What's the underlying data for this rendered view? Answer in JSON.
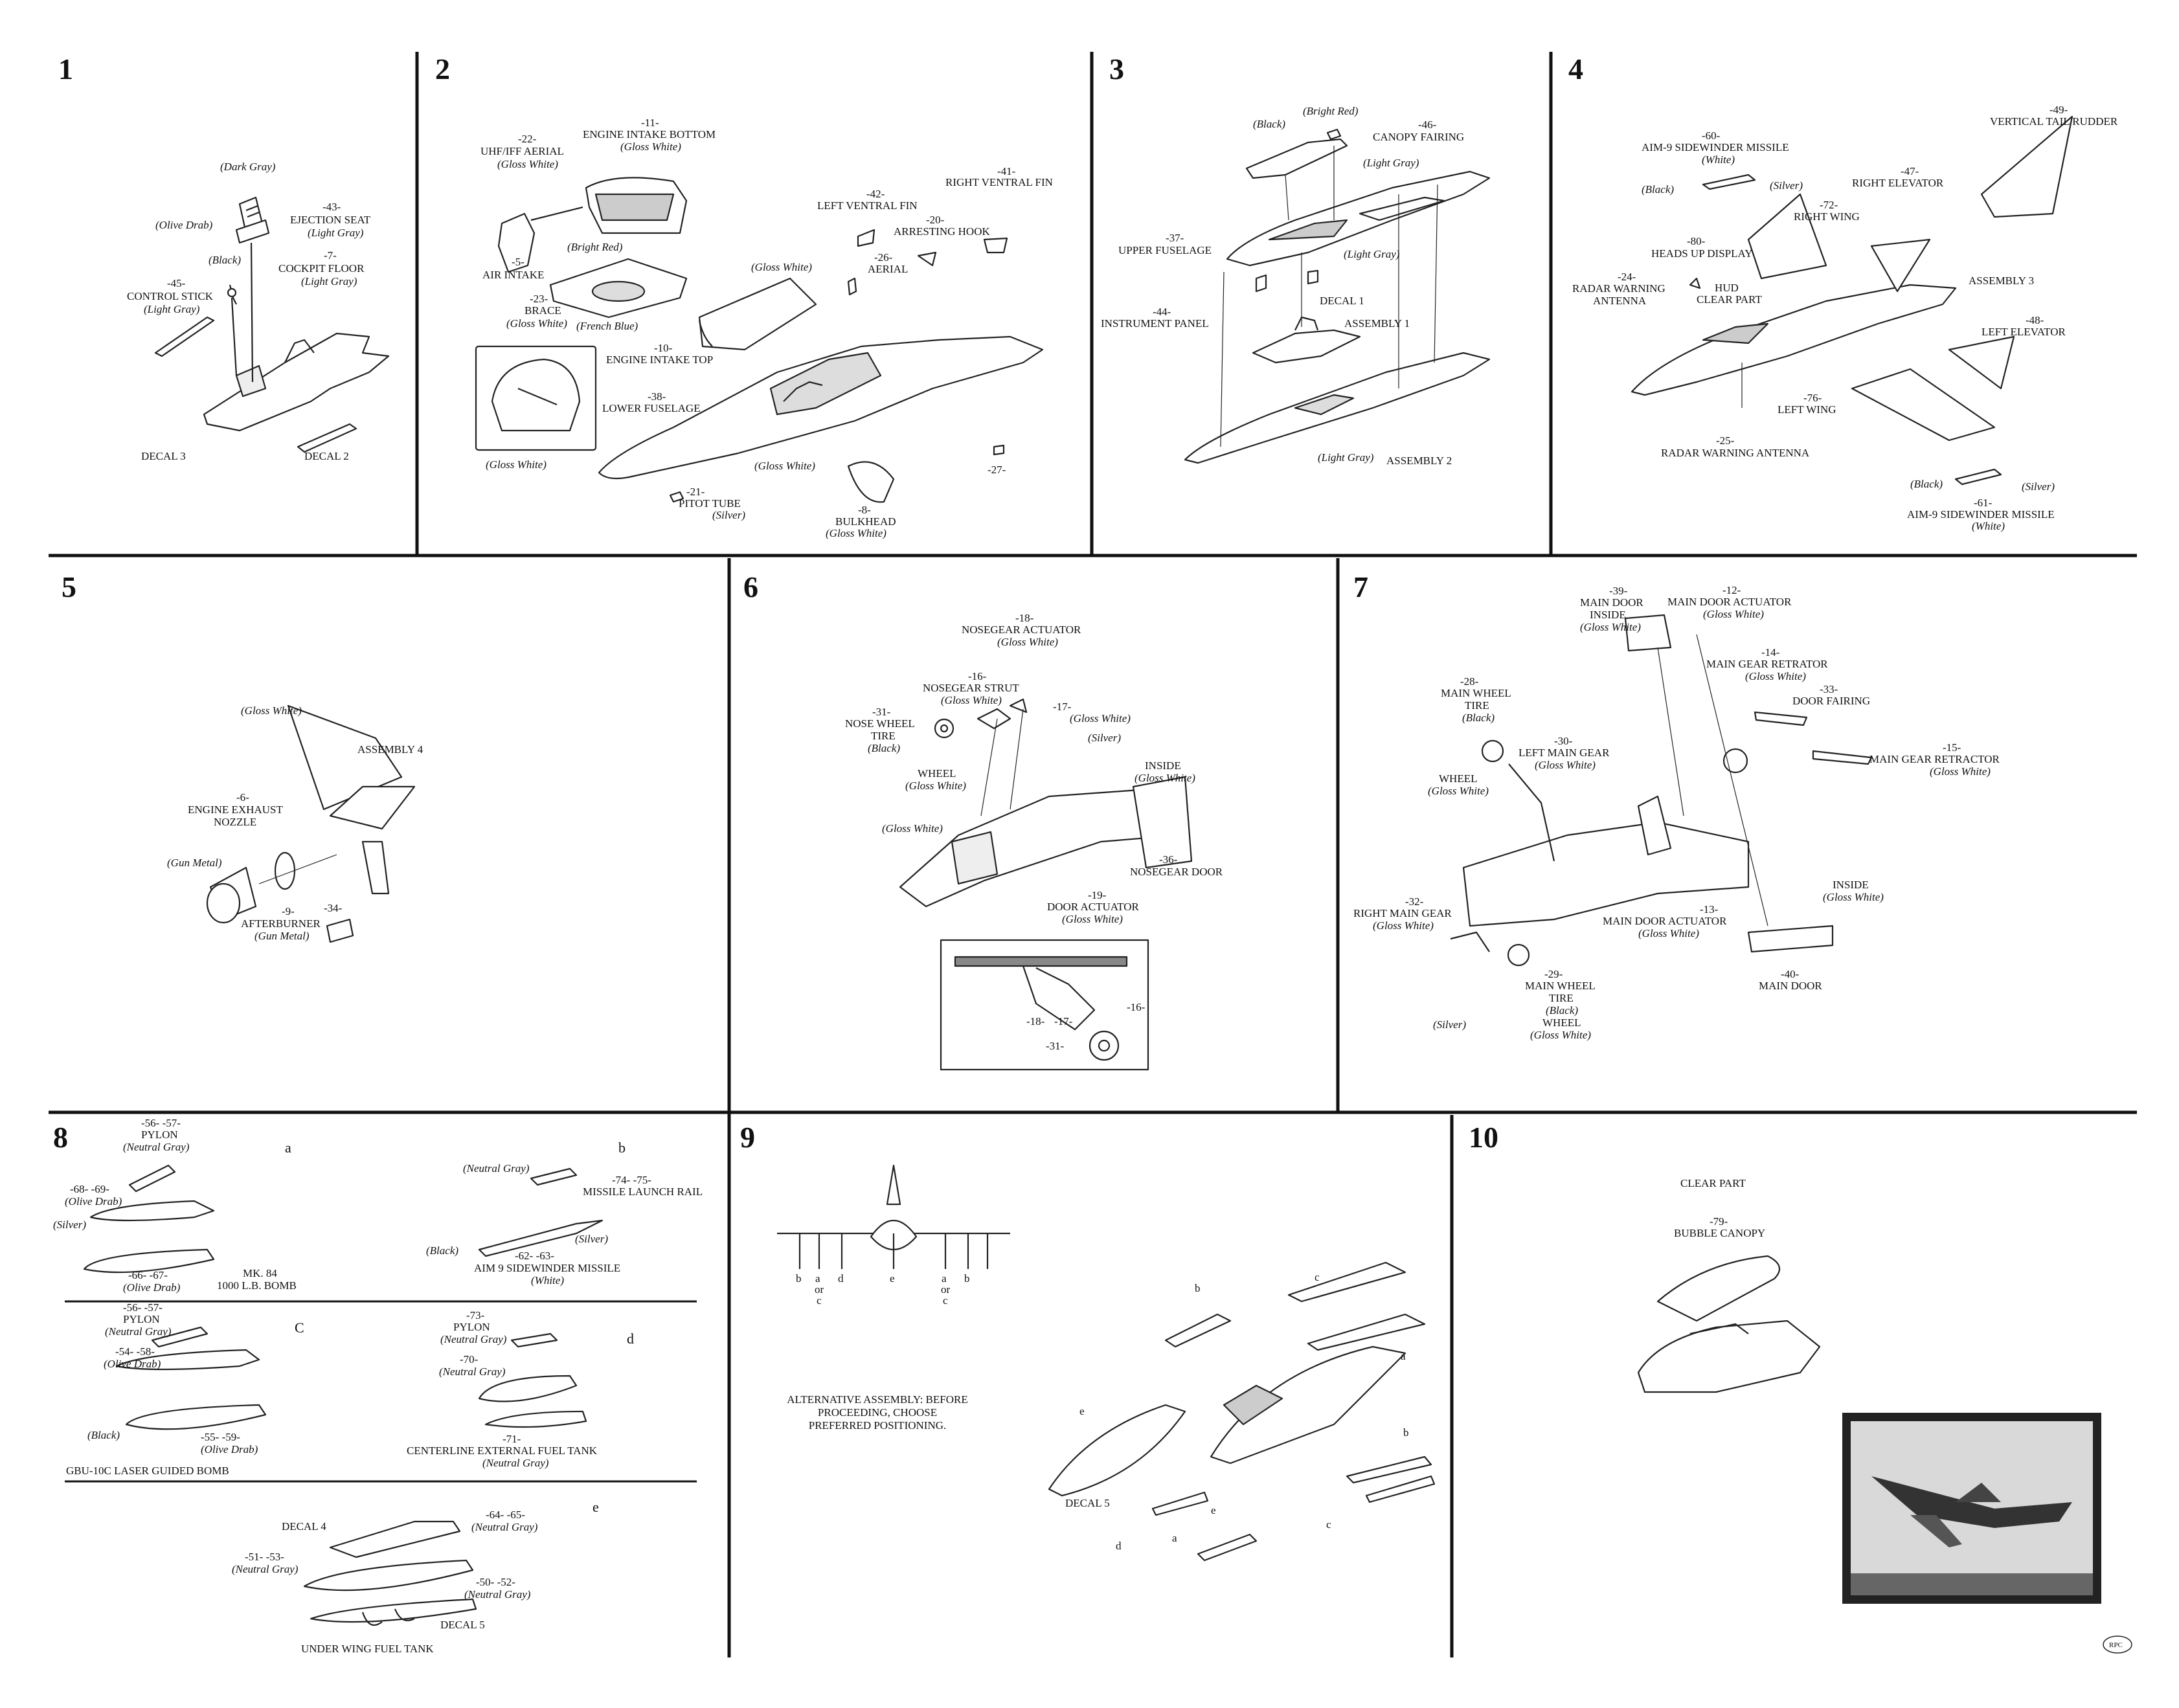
{
  "steps": [
    {
      "id": "1",
      "labels": {
        "dark_gray": "(Dark Gray)",
        "olive_drab": "(Olive Drab)",
        "seat_num": "-43-",
        "seat": "EJECTION SEAT",
        "seat_color": "(Light Gray)",
        "floor_num": "-7-",
        "floor": "COCKPIT FLOOR",
        "floor_color": "(Light Gray)",
        "black": "(Black)",
        "stick_num": "-45-",
        "stick": "CONTROL STICK",
        "stick_color": "(Light Gray)",
        "decal3": "DECAL 3",
        "decal2": "DECAL 2"
      }
    },
    {
      "id": "2",
      "labels": {
        "uhf_num": "-22-",
        "uhf": "UHF/IFF AERIAL",
        "uhf_color": "(Gloss White)",
        "eib_num": "-11-",
        "eib": "ENGINE INTAKE BOTTOM",
        "eib_color": "(Gloss White)",
        "air_num": "-5-",
        "air": "AIR INTAKE",
        "bright_red": "(Bright Red)",
        "brace_num": "-23-",
        "brace": "BRACE",
        "brace_color": "(Gloss White)",
        "french_blue": "(French Blue)",
        "eit_num": "-10-",
        "eit": "ENGINE INTAKE TOP",
        "gw_canopy": "(Gloss White)",
        "lf_num": "-38-",
        "lf": "LOWER FUSELAGE",
        "gw_mid": "(Gloss White)",
        "gw_inset": "(Gloss White)",
        "pitot_num": "-21-",
        "pitot": "PITOT TUBE",
        "pitot_color": "(Silver)",
        "aerial_num": "-26-",
        "aerial": "AERIAL",
        "lvf_num": "-42-",
        "lvf": "LEFT VENTRAL FIN",
        "hook_num": "-20-",
        "hook": "ARRESTING HOOK",
        "rvf_num": "-41-",
        "rvf": "RIGHT VENTRAL FIN",
        "p27": "-27-",
        "bulk_num": "-8-",
        "bulk": "BULKHEAD",
        "bulk_color": "(Gloss White)"
      }
    },
    {
      "id": "3",
      "labels": {
        "bright_red": "(Bright Red)",
        "black": "(Black)",
        "cf_num": "-46-",
        "cf": "CANOPY FAIRING",
        "light_gray_1": "(Light Gray)",
        "uf_num": "-37-",
        "uf": "UPPER FUSELAGE",
        "light_gray_2": "(Light Gray)",
        "decal1": "DECAL 1",
        "ip_num": "-44-",
        "ip": "INSTRUMENT PANEL",
        "asm1": "ASSEMBLY 1",
        "light_gray_3": "(Light Gray)",
        "asm2": "ASSEMBLY 2"
      }
    },
    {
      "id": "4",
      "labels": {
        "vtr_num": "-49-",
        "vtr": "VERTICAL TAIL RUDDER",
        "aim_num": "-60-",
        "aim": "AIM-9 SIDEWINDER MISSILE",
        "aim_color": "(White)",
        "black": "(Black)",
        "silver": "(Silver)",
        "re_num": "-47-",
        "re": "RIGHT ELEVATOR",
        "rw_num": "-72-",
        "rw": "RIGHT WING",
        "hud_num": "-80-",
        "hud": "HEADS UP DISPLAY",
        "hud2": "HUD",
        "clear": "CLEAR PART",
        "rwa_num": "-24-",
        "rwa": "RADAR WARNING",
        "rwa2": "ANTENNA",
        "asm3": "ASSEMBLY 3",
        "le_num": "-48-",
        "le": "LEFT ELEVATOR",
        "lw_num": "-76-",
        "lw": "LEFT WING",
        "rwa_b_num": "-25-",
        "rwa_b": "RADAR WARNING ANTENNA",
        "black_b": "(Black)",
        "silver_b": "(Silver)",
        "aim_b_num": "-61-",
        "aim_b": "AIM-9 SIDEWINDER MISSILE",
        "aim_b_color": "(White)"
      }
    },
    {
      "id": "5",
      "labels": {
        "gw": "(Gloss White)",
        "asm4": "ASSEMBLY 4",
        "nz_num": "-6-",
        "nz": "ENGINE EXHAUST",
        "nz2": "NOZZLE",
        "gm": "(Gun Metal)",
        "ab_num": "-9-",
        "ab": "AFTERBURNER",
        "ab_color": "(Gun Metal)",
        "p34": "-34-"
      }
    },
    {
      "id": "6",
      "labels": {
        "na_num": "-18-",
        "na": "NOSEGEAR ACTUATOR",
        "na_color": "(Gloss White)",
        "ns_num": "-16-",
        "ns": "NOSEGEAR STRUT",
        "ns_color": "(Gloss White)",
        "p17": "-17-",
        "gw_17": "(Gloss White)",
        "silver": "(Silver)",
        "nwt_num": "-31-",
        "nwt": "NOSE WHEEL",
        "nwt2": "TIRE",
        "nwt_color": "(Black)",
        "wheel": "WHEEL",
        "wheel_color": "(Gloss White)",
        "inside": "INSIDE",
        "inside_color": "(Gloss White)",
        "gw_left": "(Gloss White)",
        "nd_num": "-36-",
        "nd": "NOSEGEAR DOOR",
        "da_num": "-19-",
        "da": "DOOR ACTUATOR",
        "da_color": "(Gloss White)",
        "i16": "-16-",
        "i18": "-18-",
        "i17": "-17-",
        "i31": "-31-"
      }
    },
    {
      "id": "7",
      "labels": {
        "mdi_num": "-39-",
        "mdi": "MAIN DOOR",
        "mdi2": "INSIDE",
        "mdi_color": "(Gloss White)",
        "mda_num": "-12-",
        "mda": "MAIN DOOR ACTUATOR",
        "mda_color": "(Gloss White)",
        "mgr_num": "-14-",
        "mgr": "MAIN GEAR RETRATOR",
        "mgr_color": "(Gloss White)",
        "mwt_num": "-28-",
        "mwt": "MAIN WHEEL",
        "mwt2": "TIRE",
        "mwt_color": "(Black)",
        "df_num": "-33-",
        "df": "DOOR FAIRING",
        "lmg_num": "-30-",
        "lmg": "LEFT MAIN GEAR",
        "lmg_color": "(Gloss White)",
        "wheel": "WHEEL",
        "wheel_color": "(Gloss White)",
        "mgr2_num": "-15-",
        "mgr2": "MAIN GEAR RETRACTOR",
        "mgr2_color": "(Gloss White)",
        "inside": "INSIDE",
        "inside_color": "(Gloss White)",
        "rmg_num": "-32-",
        "rmg": "RIGHT MAIN GEAR",
        "rmg_color": "(Gloss White)",
        "mda2_num": "-13-",
        "mda2": "MAIN DOOR ACTUATOR",
        "mda2_color": "(Gloss White)",
        "silver": "(Silver)",
        "mwt_b_num": "-29-",
        "mwt_b": "MAIN WHEEL",
        "mwt_b2": "TIRE",
        "mwt_b_color": "(Black)",
        "wheel_b": "WHEEL",
        "wheel_b_color": "(Gloss White)",
        "md_num": "-40-",
        "md": "MAIN DOOR"
      }
    },
    {
      "id": "8",
      "labels": {
        "a": "a",
        "b": "b",
        "c": "C",
        "d": "d",
        "e": "e",
        "pyl_num": "-56- -57-",
        "pyl": "PYLON",
        "pyl_color": "(Neutral Gray)",
        "od_num": "-68- -69-",
        "od": "(Olive Drab)",
        "silver": "(Silver)",
        "bomb_num": "-66- -67-",
        "bomb_color": "(Olive Drab)",
        "mk": "MK. 84",
        "mk2": "1000 L.B. BOMB",
        "ng_b": "(Neutral Gray)",
        "mlr_num": "-74- -75-",
        "mlr": "MISSILE LAUNCH RAIL",
        "black_b": "(Black)",
        "silver_b": "(Silver)",
        "aim_num": "-62- -63-",
        "aim": "AIM 9 SIDEWINDER MISSILE",
        "aim_color": "(White)",
        "pylc_num": "-56- -57-",
        "pylc": "PYLON",
        "pylc_color": "(Neutral Gray)",
        "gbu_num": "-54- -58-",
        "gbu_od": "(Olive Drab)",
        "black_c": "(Black)",
        "gbu2_num": "-55- -59-",
        "gbu2_od": "(Olive Drab)",
        "gbu": "GBU-10C LASER GUIDED BOMB",
        "pyld_num": "-73-",
        "pyld": "PYLON",
        "pyld_color": "(Neutral Gray)",
        "ng_d_num": "-70-",
        "ng_d": "(Neutral Gray)",
        "ct_num": "-71-",
        "ct": "CENTERLINE EXTERNAL FUEL TANK",
        "ct_color": "(Neutral Gray)",
        "decal4": "DECAL 4",
        "e_num1": "-64- -65-",
        "e_ng1": "(Neutral Gray)",
        "e_num2": "-51- -53-",
        "e_ng2": "(Neutral Gray)",
        "e_num3": "-50- -52-",
        "e_ng3": "(Neutral Gray)",
        "decal5": "DECAL 5",
        "uwft": "UNDER WING FUEL TANK"
      }
    },
    {
      "id": "9",
      "labels": {
        "pos": [
          "b",
          "a",
          "c",
          "d",
          "e",
          "a",
          "b"
        ],
        "or": "or",
        "alt": [
          "ALTERNATIVE ASSEMBLY: BEFORE",
          "PROCEEDING, CHOOSE",
          "PREFERRED POSITIONING."
        ],
        "decal5": "DECAL 5",
        "b": "b",
        "c": "c",
        "a": "a",
        "d": "d",
        "e": "e"
      }
    },
    {
      "id": "10",
      "labels": {
        "clear": "CLEAR PART",
        "bc_num": "-79-",
        "bc": "BUBBLE CANOPY",
        "rpc": "RPC"
      }
    }
  ]
}
